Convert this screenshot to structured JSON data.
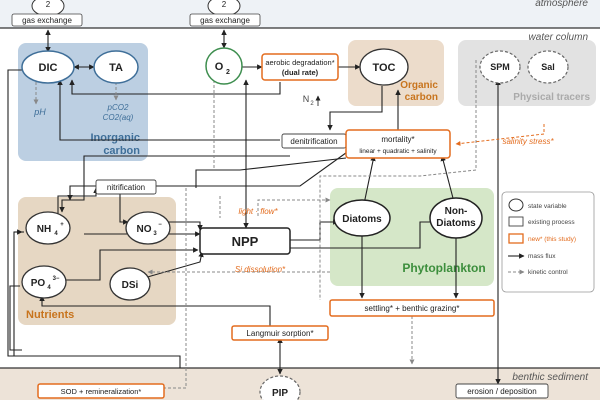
{
  "layers": {
    "atmosphere": "atmosphere",
    "water_column": "water column",
    "benthic_sediment": "benthic sediment"
  },
  "groups": {
    "inorganic_carbon": [
      "Inorganic",
      "carbon"
    ],
    "organic_carbon": [
      "Organic",
      "carbon"
    ],
    "physical_tracers": "Physical tracers",
    "nutrients": "Nutrients",
    "phytoplankton": "Phytoplankton"
  },
  "state_variables": {
    "dic": "DIC",
    "ta": "TA",
    "o2": "O",
    "o2_sub": "2",
    "toc": "TOC",
    "spm": "SPM",
    "sal": "Sal",
    "nh4": "NH",
    "nh4_sub": "4",
    "nh4_sup": "+",
    "no3": "NO",
    "no3_sub": "3",
    "no3_sup": "−",
    "po4": "PO",
    "po4_sub": "4",
    "po4_sup": "3−",
    "dsi": "DSi",
    "diatoms": "Diatoms",
    "non_diatoms": [
      "Non-",
      "Diatoms"
    ],
    "pip": "PIP",
    "atm_co2": "2",
    "atm_o2": "2"
  },
  "processes": {
    "gas_exchange_1": "gas exchange",
    "gas_exchange_2": "gas exchange",
    "aerobic_degradation": "aerobic degradation*",
    "dual_rate": "(dual rate)",
    "denitrification": "denitrification",
    "mortality": "mortality*",
    "mortality_sub": "linear + quadratic + salinity",
    "nitrification": "nitrification",
    "npp": "NPP",
    "settling": "settling* + benthic grazing*",
    "langmuir": "Langmuir sorption*",
    "sod": "SOD + remineralization*",
    "erosion": "erosion / deposition"
  },
  "annotations": {
    "ph": "pH",
    "pco2": "pCO2",
    "co2aq": "CO2(aq)",
    "n2": "N",
    "n2_sub": "2",
    "light_flow": "light · flow*",
    "si_dissolution": "Si dissolution*",
    "salinity_stress": "salinity stress*"
  },
  "legend": {
    "state_variable": "state variable",
    "existing_process": "existing process",
    "new_process": "new* (this study)",
    "mass_flux": "mass flux",
    "kinetic_control": "kinetic control"
  },
  "colors": {
    "inorganic_carbon": "#bccfe2",
    "organic_carbon": "#ecdccb",
    "physical_tracers": "#e2e2e2",
    "nutrients": "#e6d7c3",
    "phytoplankton": "#d5e7c8",
    "benthic": "#ede3d8",
    "atmosphere": "#eef2f6",
    "new_orange": "#e36c1e",
    "green_o2": "#3e8e4f",
    "label_blue": "#3f6f99",
    "label_orange": "#c8741d",
    "label_green": "#3c8e3c"
  }
}
